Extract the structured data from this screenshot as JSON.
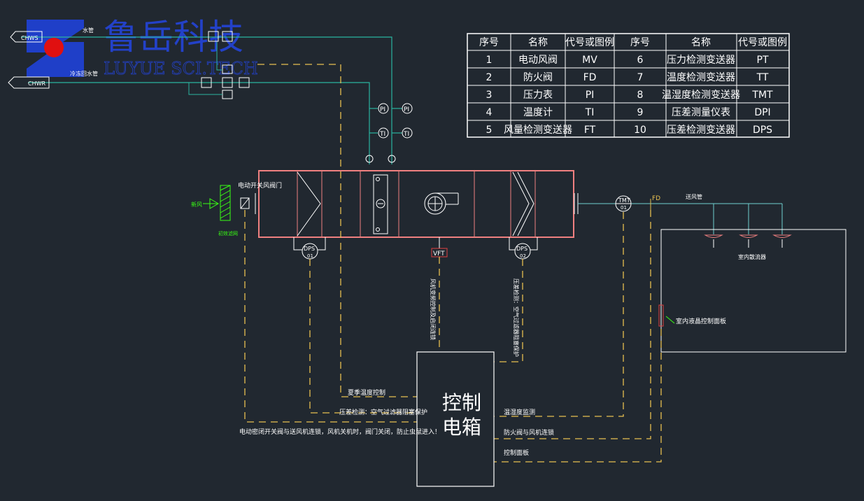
{
  "logo": {
    "company": "鲁岳科技",
    "company_en": "LUYUE SCI.TECH"
  },
  "legend_table": {
    "headers": [
      "序号",
      "名称",
      "代号或图例",
      "序号",
      "名称",
      "代号或图例"
    ],
    "rows": [
      [
        "1",
        "电动风阀",
        "MV",
        "6",
        "压力检测变送器",
        "PT"
      ],
      [
        "2",
        "防火阀",
        "FD",
        "7",
        "温度检测变送器",
        "TT"
      ],
      [
        "3",
        "压力表",
        "PI",
        "8",
        "温湿度检测变送器",
        "TMT"
      ],
      [
        "4",
        "温度计",
        "TI",
        "9",
        "压差测量仪表",
        "DPI"
      ],
      [
        "5",
        "风量检测变送器",
        "FT",
        "10",
        "压差检测变送器",
        "DPS"
      ]
    ]
  },
  "pipes": {
    "chws": "CHWS",
    "chwr": "CHWR",
    "supply": "水管",
    "return": "冷冻回水管"
  },
  "instruments": {
    "pi": "PI",
    "ti": "TI",
    "dps01_top": "DPS",
    "dps01_bot": "01",
    "dps02_top": "DPS",
    "dps02_bot": "02",
    "vft": "VFT",
    "tmt_top": "TMT",
    "tmt_bot": "01",
    "fd": "FD"
  },
  "labels": {
    "fresh_air": "新风",
    "damper": "电动开关风阀门",
    "filter_note": "初效滤网",
    "supply_duct": "送风管",
    "diffuser": "室内散流器",
    "panel": "室内液晶控制面板",
    "vft_note": "风机变频控制及启闭连锁",
    "dps02_note": "压差检测：空气过滤器阻塞保护"
  },
  "control_box": {
    "line1": "控制",
    "line2": "电箱"
  },
  "control_notes": {
    "summer": "夏季温度控制",
    "filter_left": "压差检测：空气过滤器阻塞保护",
    "interlock": "电动密闭开关阀与送风机连锁，风机关机时，阀门关闭，防止虫鼠进入！",
    "temp_hum": "温湿度监测",
    "fire": "防火阀与风机连锁",
    "panel": "控制面板"
  },
  "colors": {
    "background": "#212830",
    "ahu": "#f08080",
    "water": "#2bb5a0",
    "control": "#e8c050",
    "duct": "#6fd0d0",
    "fresh": "#39ff14"
  }
}
